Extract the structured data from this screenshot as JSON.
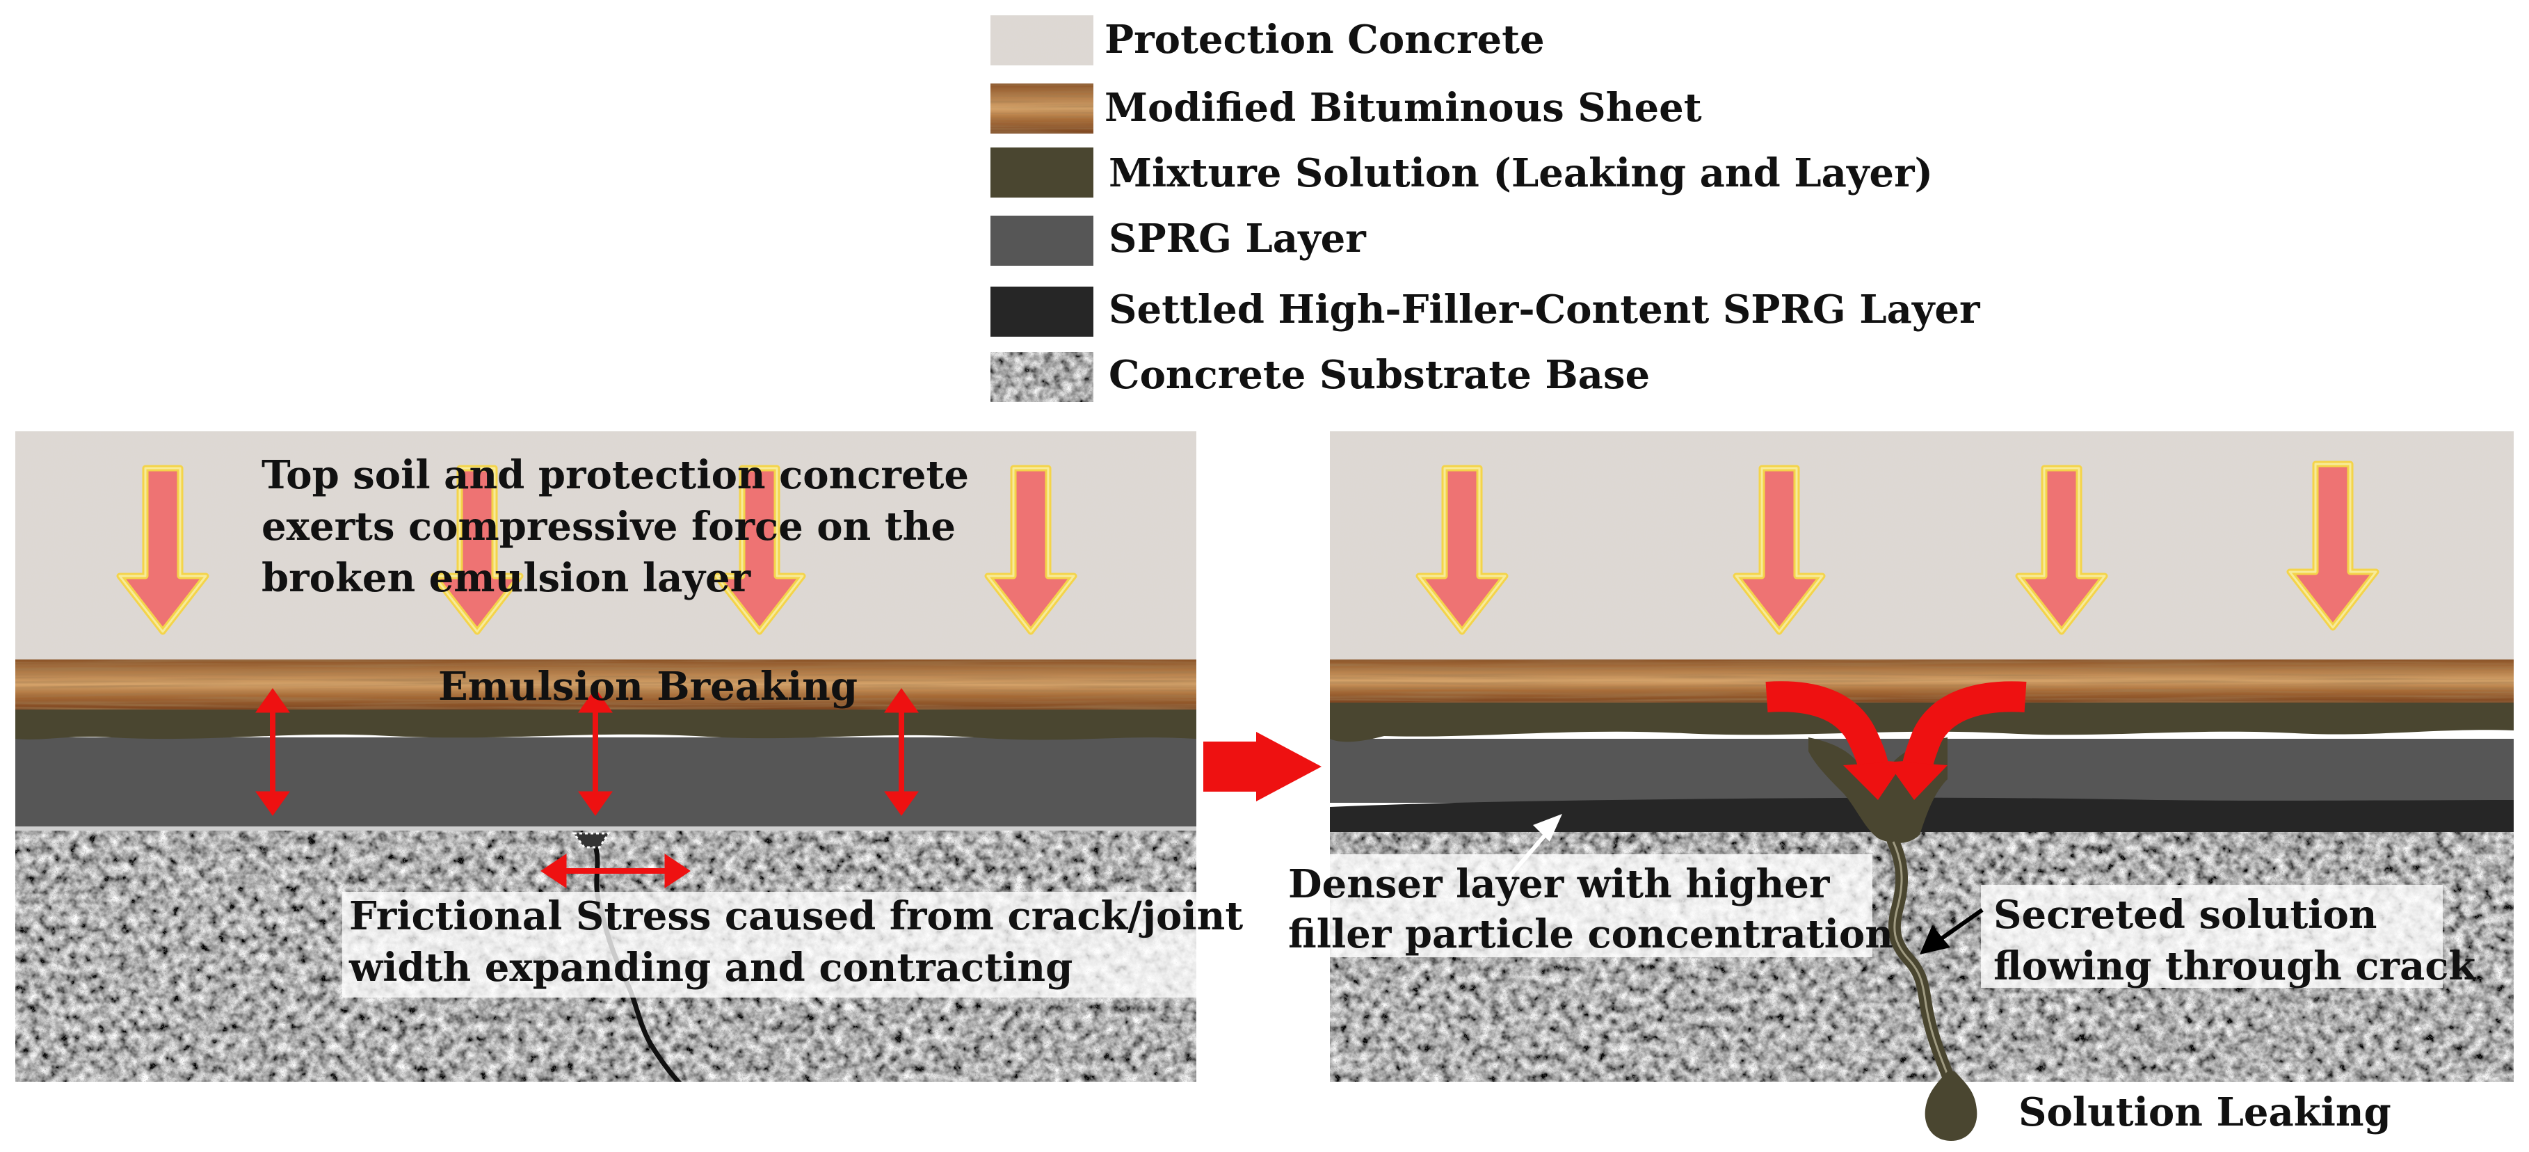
{
  "legend": {
    "items": [
      {
        "label": "Protection Concrete",
        "swatch": "protection-concrete"
      },
      {
        "label": "Modified Bituminous Sheet",
        "swatch": "bituminous-sheet"
      },
      {
        "label": "Mixture Solution (Leaking and Layer)",
        "swatch": "mixture-solution"
      },
      {
        "label": "SPRG Layer",
        "swatch": "sprg-layer"
      },
      {
        "label": "Settled High-Filler-Content SPRG Layer",
        "swatch": "settled-sprg-layer"
      },
      {
        "label": "Concrete Substrate Base",
        "swatch": "concrete-substrate"
      }
    ]
  },
  "left_panel": {
    "compressive_note": [
      "Top soil and protection concrete",
      "exerts compressive force on the",
      "broken emulsion layer"
    ],
    "emulsion_label": "Emulsion Breaking",
    "friction_note": [
      "Frictional Stress caused from crack/joint",
      "width expanding and contracting"
    ]
  },
  "right_panel": {
    "denser_note": [
      "Denser layer with higher",
      "filler particle concentration"
    ],
    "secreted_note": [
      "Secreted solution",
      "flowing through crack"
    ],
    "leaking_label": "Solution Leaking"
  },
  "colors": {
    "protection_concrete": "#d5cfca",
    "bituminous_sheet": "#9a5f2d",
    "mixture_solution": "#4a4630",
    "sprg_layer": "#565656",
    "settled_sprg_layer": "#262626",
    "concrete_substrate": "#9a9a9a",
    "force_arrow_fill": "#ef6a6a",
    "force_arrow_outline": "#f4d44a",
    "stress_arrow": "#ee1111"
  },
  "icons": {
    "force_arrow": "down-arrow-icon",
    "stress_arrow": "double-arrow-icon",
    "transition_arrow": "right-arrow-icon"
  }
}
